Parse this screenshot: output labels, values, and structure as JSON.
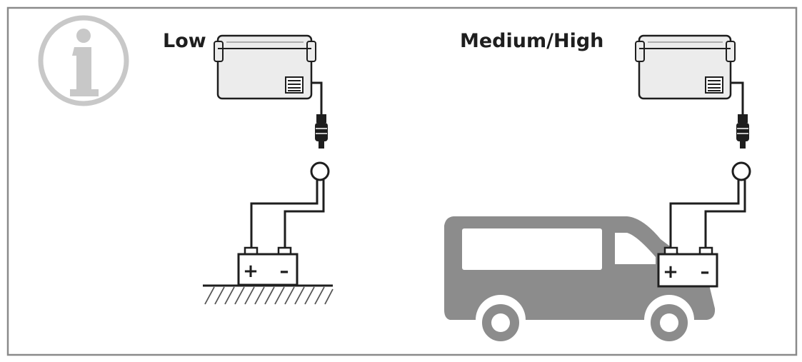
{
  "info_icon": {
    "icon": "info-icon",
    "letter": "i",
    "color": "#c8c8c8"
  },
  "low": {
    "label": "Low",
    "battery": {
      "plus": "+",
      "minus": "–"
    }
  },
  "medium_high": {
    "label": "Medium/High",
    "battery": {
      "plus": "+",
      "minus": "–"
    }
  },
  "colors": {
    "frame": "#8a8a8a",
    "line": "#1e1e1e",
    "van": "#8c8c8c",
    "van_window": "#ffffff",
    "cooler_fill": "#ececec",
    "ground_hatch": "#555555"
  }
}
